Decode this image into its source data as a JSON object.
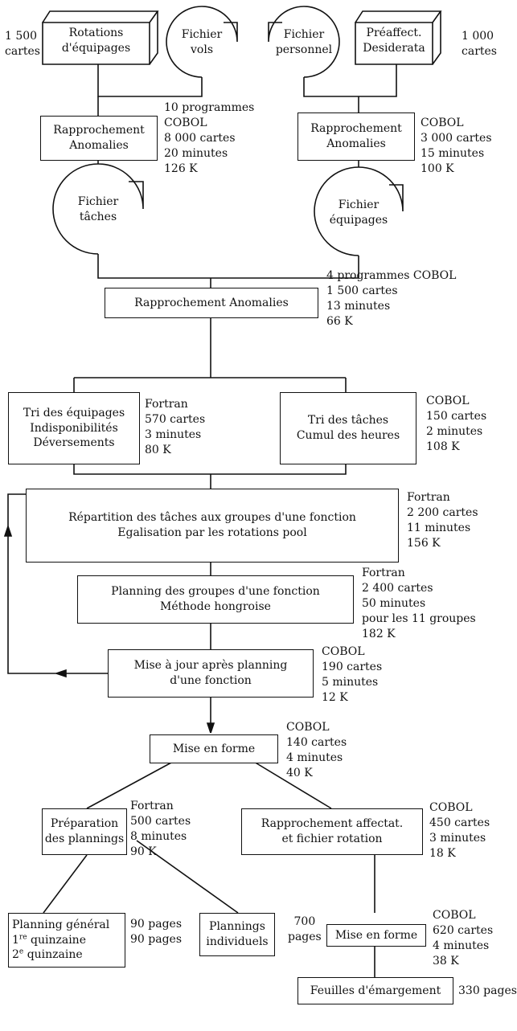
{
  "inputs": {
    "rotations": {
      "lines": [
        "Rotations",
        "d'équipages"
      ],
      "side_note": [
        "1 500",
        "cartes"
      ]
    },
    "fichier_vols": {
      "lines": [
        "Fichier",
        "vols"
      ]
    },
    "fichier_personnel": {
      "lines": [
        "Fichier",
        "personnel"
      ]
    },
    "preaffect": {
      "lines": [
        "Préaffect.",
        "Desiderata"
      ],
      "side_note": [
        "1 000",
        "cartes"
      ]
    }
  },
  "steps": {
    "rapprochement_left": {
      "lines": [
        "Rapprochement",
        "Anomalies"
      ],
      "note": [
        "10 programmes",
        "COBOL",
        "8 000 cartes",
        "20 minutes",
        "126 K"
      ]
    },
    "rapprochement_right": {
      "lines": [
        "Rapprochement",
        "Anomalies"
      ],
      "note": [
        "COBOL",
        "3 000 cartes",
        "15 minutes",
        "100 K"
      ]
    },
    "fichier_taches": {
      "lines": [
        "Fichier",
        "tâches"
      ]
    },
    "fichier_equipages": {
      "lines": [
        "Fichier",
        "équipages"
      ]
    },
    "rapprochement_central": {
      "lines": [
        "Rapprochement Anomalies"
      ],
      "note": [
        "4 programmes COBOL",
        "1 500 cartes",
        "13 minutes",
        "66 K"
      ]
    },
    "tri_equipages": {
      "lines": [
        "Tri des équipages",
        "Indisponibilités",
        "Déversements"
      ],
      "note": [
        "Fortran",
        "570 cartes",
        "3 minutes",
        "80 K"
      ]
    },
    "tri_taches": {
      "lines": [
        "Tri des tâches",
        "Cumul des heures"
      ],
      "note": [
        "COBOL",
        "150 cartes",
        "2 minutes",
        "108 K"
      ]
    },
    "repartition": {
      "lines": [
        "Répartition des tâches aux groupes d'une fonction",
        "Egalisation par les rotations pool"
      ],
      "note": [
        "Fortran",
        "2 200 cartes",
        "11 minutes",
        "156 K"
      ]
    },
    "planning_groupes": {
      "lines": [
        "Planning des groupes d'une fonction",
        "Méthode hongroise"
      ],
      "note": [
        "Fortran",
        "2 400 cartes",
        "50 minutes",
        "pour les 11 groupes",
        "182 K"
      ]
    },
    "mise_a_jour": {
      "lines": [
        "Mise à jour après planning",
        "d'une fonction"
      ],
      "note": [
        "COBOL",
        "190 cartes",
        "5 minutes",
        "12 K"
      ]
    },
    "mise_en_forme_1": {
      "lines": [
        "Mise en forme"
      ],
      "note": [
        "COBOL",
        "140 cartes",
        "4 minutes",
        "40 K"
      ]
    },
    "preparation": {
      "lines": [
        "Préparation",
        "des plannings"
      ],
      "note": [
        "Fortran",
        "500 cartes",
        "8 minutes",
        "90 K"
      ]
    },
    "rapprochement_affectat": {
      "lines": [
        "Rapprochement affectat.",
        "et fichier rotation"
      ],
      "note": [
        "COBOL",
        "450 cartes",
        "3 minutes",
        "18 K"
      ]
    },
    "planning_general": {
      "line1": "Planning général",
      "line2_main": "1",
      "line2_sup": "re",
      "line2_rest": " quinzaine",
      "line3_main": "2",
      "line3_sup": "e",
      "line3_rest": " quinzaine",
      "note": [
        "90 pages",
        "90 pages"
      ]
    },
    "plannings_individuels": {
      "lines": [
        "Plannings",
        "individuels"
      ],
      "note": [
        "700",
        "pages"
      ]
    },
    "mise_en_forme_2": {
      "lines": [
        "Mise en forme"
      ],
      "note": [
        "COBOL",
        "620 cartes",
        "4 minutes",
        "38 K"
      ]
    },
    "feuilles": {
      "lines": [
        "Feuilles d'émargement"
      ],
      "note": [
        "330 pages"
      ]
    }
  }
}
